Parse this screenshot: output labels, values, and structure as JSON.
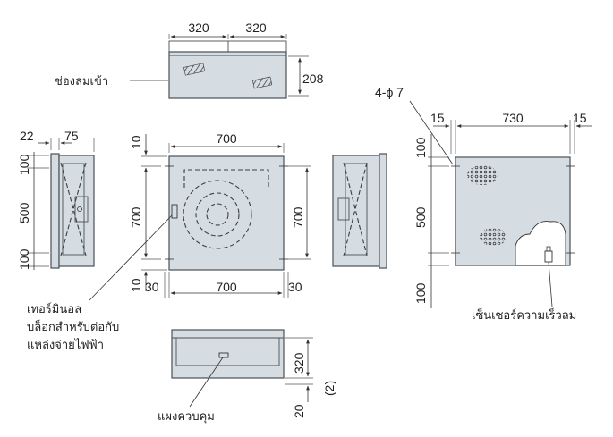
{
  "dimensions": {
    "top_view_width_left": "320",
    "top_view_width_right": "320",
    "top_view_height": "208",
    "side_view_flange": "22",
    "side_view_depth": "75",
    "side_view_top": "100",
    "side_view_middle": "500",
    "side_view_bottom": "100",
    "front_view_top_offset": "10",
    "front_view_width": "700",
    "front_view_height_left": "700",
    "front_view_height_right": "700",
    "front_view_bottom_offset": "10",
    "front_view_margin_left": "30",
    "front_view_bottom_width": "700",
    "front_view_margin_right": "30",
    "bottom_view_height": "320",
    "bottom_view_depth": "20",
    "bottom_view_note": "(2)",
    "rear_hole_spec": "4-ϕ 7",
    "rear_flange_left": "15",
    "rear_width": "730",
    "rear_flange_right": "15",
    "rear_top": "100",
    "rear_middle": "500",
    "rear_bottom": "100"
  },
  "labels": {
    "air_inlet": "ช่องลมเข้า",
    "terminal_line1": "เทอร์มินอล",
    "terminal_line2": "บล็อกสำหรับต่อกับ",
    "terminal_line3": "แหล่งจ่ายไฟฟ้า",
    "airspeed_sensor": "เซ็นเซอร์ความเร็วลม",
    "control_panel": "แผงควบคุม"
  },
  "colors": {
    "body_fill": "#d5dde3",
    "outline": "#4a5054"
  }
}
